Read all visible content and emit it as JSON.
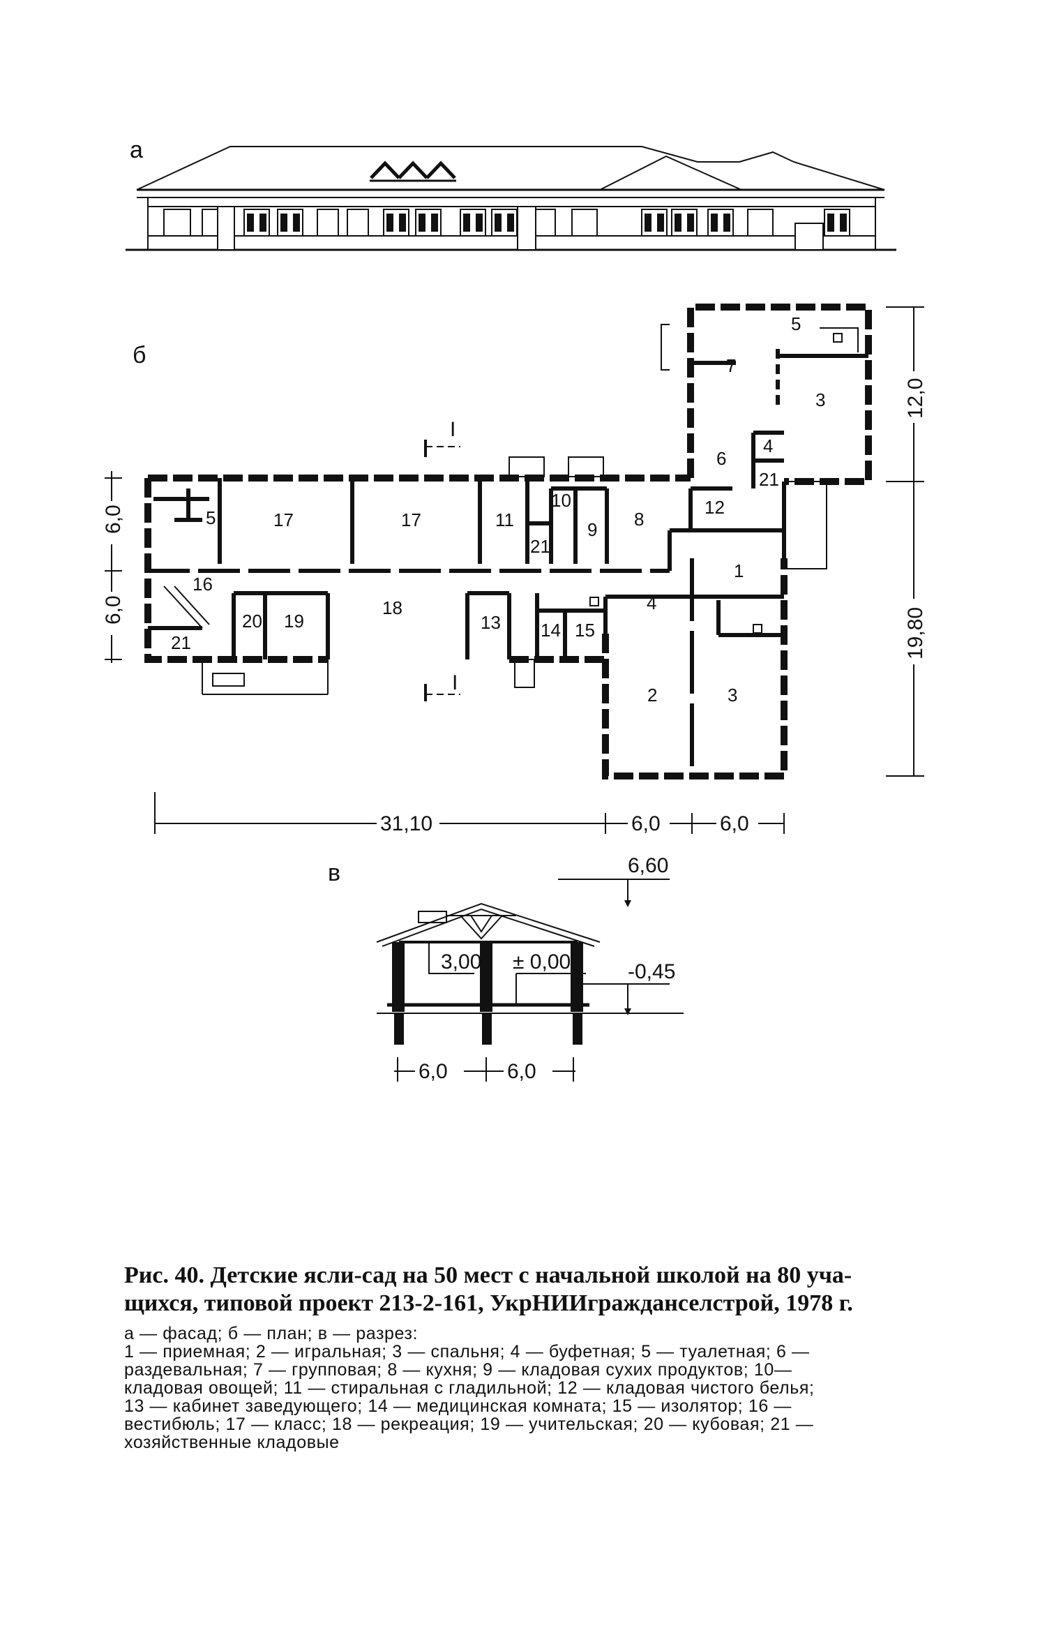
{
  "panels": {
    "a": "а",
    "b": "б",
    "c": "в"
  },
  "rooms": {
    "r1": "1",
    "r2": "2",
    "r3a": "3",
    "r3b": "3",
    "r4a": "4",
    "r4b": "4",
    "r5a": "5",
    "r5b": "5",
    "r6": "6",
    "r7": "7",
    "r8": "8",
    "r9": "9",
    "r10": "10",
    "r11": "11",
    "r12": "12",
    "r13": "13",
    "r14": "14",
    "r15": "15",
    "r16": "16",
    "r17a": "17",
    "r17b": "17",
    "r18": "18",
    "r19": "19",
    "r20": "20",
    "r21a": "21",
    "r21b": "21",
    "r21c": "21"
  },
  "section_marks": {
    "top": "I",
    "bottom": "I"
  },
  "dimensions": {
    "plan_left_top": "6,0",
    "plan_left_bottom": "6,0",
    "plan_right_top": "12,0",
    "plan_right_bottom": "19,80",
    "plan_bottom_total": "31,10",
    "plan_bottom_mid": "6,0",
    "plan_bottom_right": "6,0",
    "section_height_ridge": "6,60",
    "section_height_ceiling": "3,00",
    "section_floor": "± 0,00",
    "section_ground": "-0,45",
    "section_span_left": "6,0",
    "section_span_right": "6,0"
  },
  "caption": {
    "figure": "Рис. 40.",
    "title_line1": "Детские ясли-сад на 50 мест с начальной школой на 80 уча-",
    "title_line2": "щихся, типовой проект 213-2-161, УкрНИИгражданселстрой, 1978 г.",
    "legend_lines": [
      "а — фасад; б — план; в — разрез:",
      "1 — приемная; 2 — игральная; 3 — спальня; 4 — буфетная; 5 — туалетная; 6 —",
      "раздевальная; 7 — групповая; 8 — кухня; 9 — кладовая сухих продуктов; 10—",
      "кладовая овощей; 11 — стиральная с гладильной; 12 — кладовая чистого белья;",
      "13 — кабинет заведующего; 14 — медицинская комната; 15 — изолятор; 16 —",
      "вестибюль; 17 — класс; 18 — рекреация; 19 — учительская; 20 — кубовая; 21 —",
      "хозяйственные кладовые"
    ]
  }
}
